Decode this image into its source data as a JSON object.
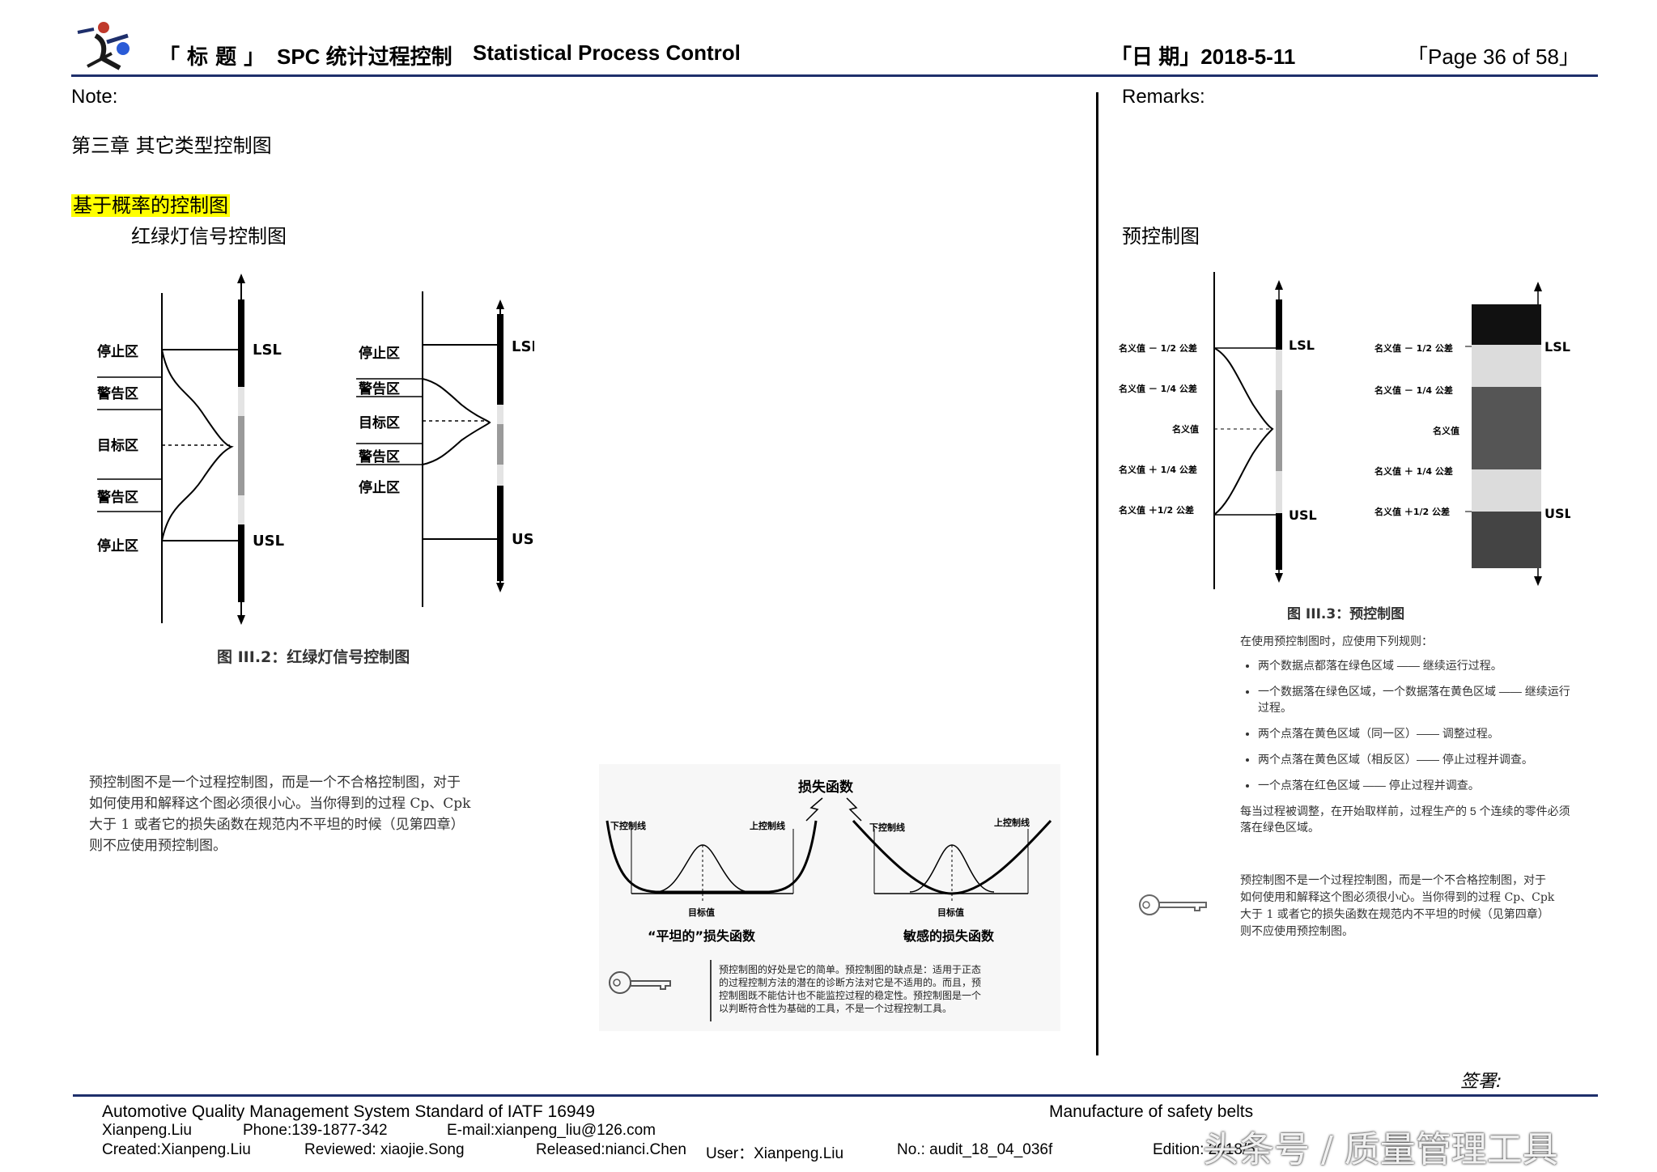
{
  "header": {
    "title_label": "「 标 题 」",
    "title_cn": "SPC 统计过程控制",
    "title_en": "Statistical Process Control",
    "date": "「日 期」2018-5-11",
    "page": "「Page 36 of 58」"
  },
  "left": {
    "note_label": "Note:",
    "chapter": "第三章  其它类型控制图",
    "highlight": "基于概率的控制图",
    "subtitle": "红绿灯信号控制图",
    "fig2": {
      "zones_a": [
        "停止区",
        "警告区",
        "目标区",
        "警告区",
        "停止区"
      ],
      "zones_b": [
        "停止区",
        "警告区",
        "目标区",
        "警告区",
        "停止区"
      ],
      "lsl": "LSL",
      "usl": "USL",
      "caption": "图 III.2：红绿灯信号控制图"
    },
    "para1_lines": [
      "预控制图不是一个过程控制图，而是一个不合格控制图，对于",
      "如何使用和解释这个图必须很小心。当你得到的过程 Cp、Cpk",
      "大于 1 或者它的损失函数在规范内不平坦的时候（见第四章）",
      "则不应使用预控制图。"
    ],
    "loss": {
      "title": "损失函数",
      "lcl": "下控制线",
      "ucl": "上控制线",
      "target": "目标值",
      "flat_caption": "“平坦的”损失函数",
      "sensitive_caption": "敏感的损失函数"
    },
    "para2_lines": [
      "预控制图的好处是它的简单。预控制图的缺点是：适用于正态",
      "的过程控制方法的潜在的诊断方法对它是不适用的。而且，预",
      "控制图既不能估计也不能监控过程的稳定性。预控制图是一个",
      "以判断符合性为基础的工具，不是一个过程控制工具。"
    ]
  },
  "right": {
    "remarks_label": "Remarks:",
    "subtitle": "预控制图",
    "fig3": {
      "labels": [
        "名义值 － 1/2 公差",
        "名义值 － 1/4 公差",
        "名义值",
        "名义值 ＋ 1/4 公差",
        "名义值 ＋1/2 公差"
      ],
      "lsl": "LSL",
      "usl": "USL",
      "caption": "图 III.3：预控制图"
    },
    "rules_intro": "在使用预控制图时，应使用下列规则：",
    "rules": [
      "两个数据点都落在绿色区域 —— 继续运行过程。",
      "一个数据落在绿色区域，一个数据落在黄色区域 —— 继续运行过程。",
      "两个点落在黄色区域（同一区）—— 调整过程。",
      "两个点落在黄色区域（相反区）—— 停止过程并调查。",
      "一个点落在红色区域 —— 停止过程并调查。"
    ],
    "adjust_note": "每当过程被调整，在开始取样前，过程生产的 5 个连续的零件必须落在绿色区域。",
    "para_lines": [
      "预控制图不是一个过程控制图，而是一个不合格控制图，对于",
      "如何使用和解释这个图必须很小心。当你得到的过程 Cp、Cpk",
      "大于 1 或者它的损失函数在规范内不平坦的时候（见第四章）",
      "则不应使用预控制图。"
    ],
    "sign_label": "签署:"
  },
  "footer": {
    "standard": "Automotive Quality Management System Standard of    IATF 16949",
    "product": "Manufacture of safety belts",
    "author": "Xianpeng.Liu",
    "phone": "Phone:139-1877-342",
    "email": "E-mail:xianpeng_liu@126.com",
    "created": "Created:Xianpeng.Liu",
    "reviewed": "Reviewed: xiaojie.Song",
    "released": "Released:nianci.Chen",
    "user": "User：Xianpeng.Liu",
    "number": "No.: audit_18_04_036f",
    "edition": "Edition: 2018/5",
    "watermark": "头条号 / 质量管理工具"
  },
  "colors": {
    "rule": "#1e2f6b",
    "highlight": "#ffff00"
  }
}
